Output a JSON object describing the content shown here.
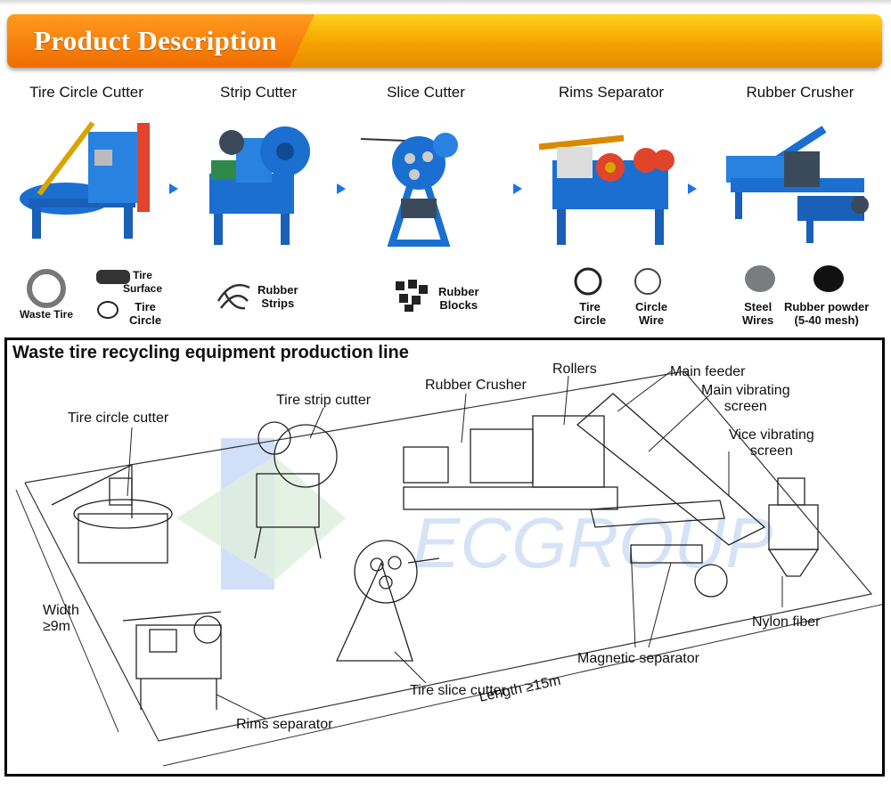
{
  "banner": {
    "title": "Product Description"
  },
  "steps": [
    {
      "title": "Tire Circle Cutter"
    },
    {
      "title": "Strip Cutter"
    },
    {
      "title": "Slice Cutter"
    },
    {
      "title": "Rims Separator"
    },
    {
      "title": "Rubber Crusher"
    }
  ],
  "products": {
    "waste_tire": "Waste Tire",
    "tire_surface": "Tire\nSurface",
    "tire_circle_1": "Tire\nCircle",
    "rubber_strips": "Rubber\nStrips",
    "rubber_blocks": "Rubber\nBlocks",
    "tire_circle_2": "Tire\nCircle",
    "circle_wire": "Circle\nWire",
    "steel_wires": "Steel\nWires",
    "rubber_powder": "Rubber powder\n(5-40 mesh)"
  },
  "diagram": {
    "title": "Waste tire recycling equipment production line",
    "watermark": "ECGROUP",
    "labels": {
      "tire_circle_cutter": "Tire circle cutter",
      "tire_strip_cutter": "Tire strip cutter",
      "rubber_crusher": "Rubber Crusher",
      "rollers": "Rollers",
      "main_feeder": "Main feeder",
      "main_vibrating_screen": "Main vibrating\nscreen",
      "vice_vibrating_screen": "Vice vibrating\nscreen",
      "nylon_fiber": "Nylon fiber",
      "magnetic_separator": "Magnetic separator",
      "tire_slice_cutter": "Tire slice cutter",
      "rims_separator": "Rims separator",
      "width": "Width\n≥9m",
      "length": "Length ≥15m"
    }
  },
  "colors": {
    "machine_blue": "#1a6fd1",
    "banner_orange": "#f5a300",
    "accent_red": "#e0442b"
  }
}
